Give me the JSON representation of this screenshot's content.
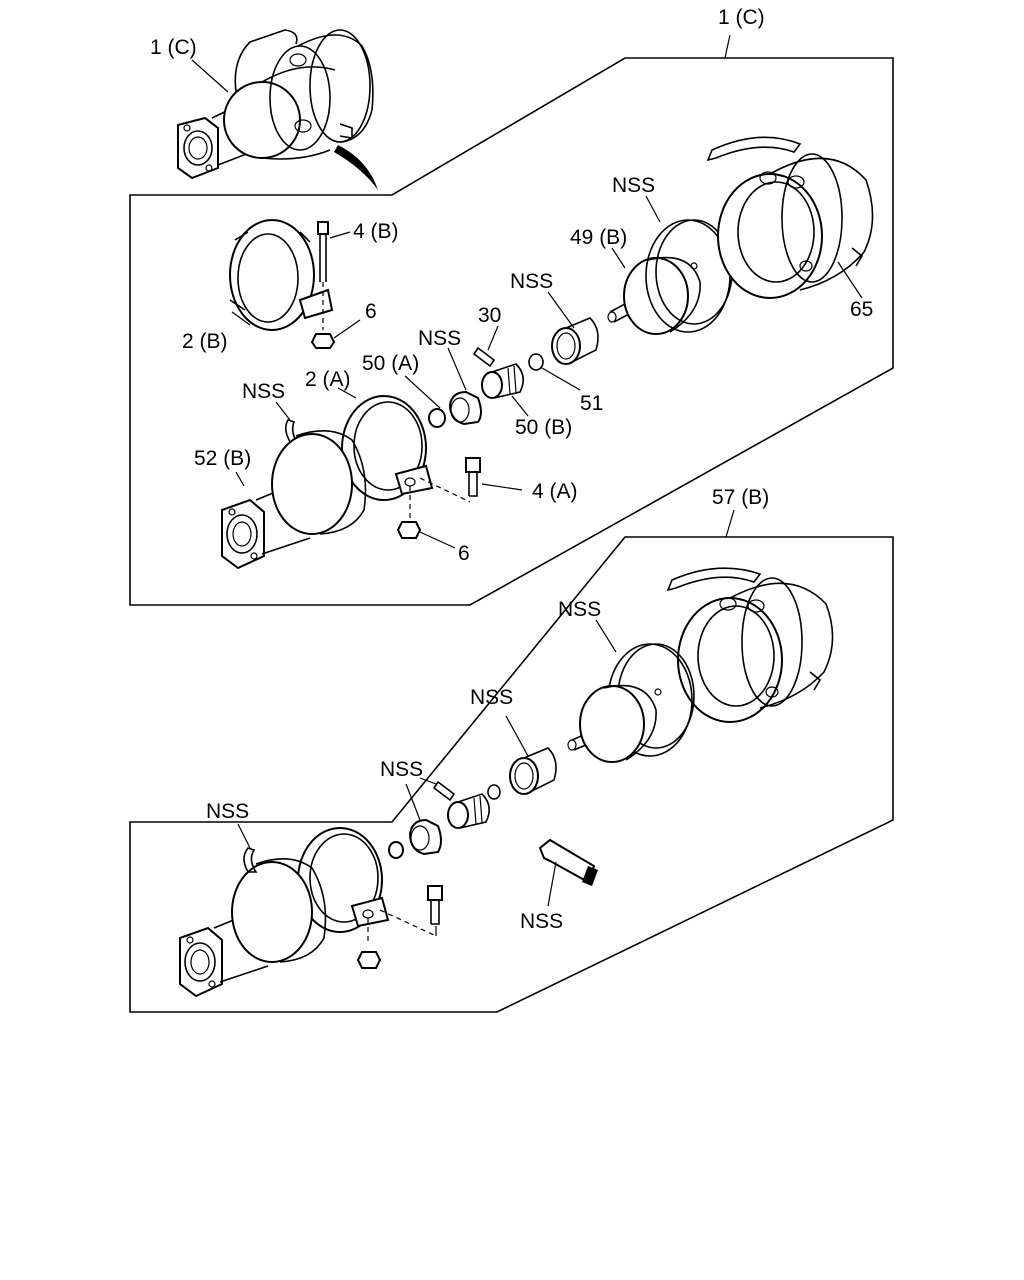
{
  "labels": {
    "top_overview": "1 (C)",
    "top_group": "1 (C)",
    "clamp_b": "2 (B)",
    "bolt_b": "4 (B)",
    "nut_b": "6",
    "nss_diaphragm": "NSS",
    "plate_49b": "49 (B)",
    "housing_65": "65",
    "nss_boot": "NSS",
    "pin_30": "30",
    "nss_bushing": "NSS",
    "bush_50a": "50 (A)",
    "ring_51": "51",
    "bush_50b": "50 (B)",
    "nss_pipe": "NSS",
    "clamp_a": "2 (A)",
    "housing_52b": "52 (B)",
    "bolt_a": "4 (A)",
    "nut_a": "6",
    "bottom_group": "57 (B)",
    "b_nss_diaphragm": "NSS",
    "b_nss_boot": "NSS",
    "b_nss_pin": "NSS",
    "b_nss_pipe": "NSS",
    "b_nss_tool": "NSS"
  }
}
